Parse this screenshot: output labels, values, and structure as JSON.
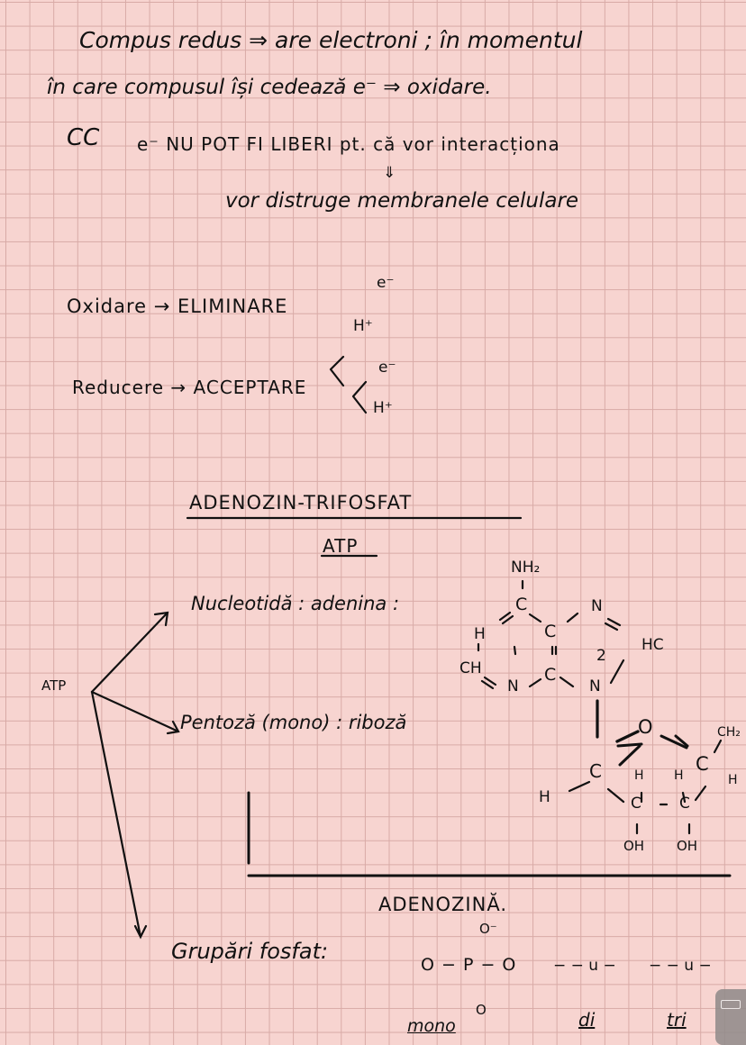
{
  "notes": {
    "line1": "Compus redus ⇒ are electroni ; în momentul",
    "line2": "în care compusul își cedează e⁻ ⇒ oxidare.",
    "cc_mark": "CC",
    "line3": "e⁻ NU POT FI LIBERI pt. că vor interacționa",
    "line3_arrow": "⇓",
    "line4": "vor distruge membranele celulare",
    "oxidare": "Oxidare → ELIMINARE",
    "oxidare_e": "e⁻",
    "oxidare_h": "H⁺",
    "reducere": "Reducere → ACCEPTARE",
    "reducere_e": "e⁻",
    "reducere_h": "H⁺"
  },
  "atp": {
    "title": "ADENOZIN-TRIFOSFAT",
    "abbr": "ATP",
    "root_label": "ATP",
    "nucleotida": "Nucleotidă : adenina :",
    "pentoza": "Pentoză (mono) : riboză",
    "grupari": "Grupări fosfat:",
    "adenozina": "ADENOZINĂ.",
    "phosphate": "O − P − O",
    "phosphate_top": "O⁻",
    "phosphate_bottom": "O",
    "repeat1": "−  − u −",
    "repeat2": "− − u −",
    "mono": "mono",
    "di": "di",
    "tri": "tri"
  },
  "adenine": {
    "nh2": "NH₂",
    "c_top": "C",
    "n_top": "N",
    "c_mid": "C",
    "h_left": "H",
    "ch": "CH",
    "hc": "HC",
    "n_bot": "N",
    "c_bot": "C",
    "n_right": "N",
    "num": "2"
  },
  "ribose": {
    "o": "O",
    "ch2": "CH₂",
    "c1": "C",
    "h1": "H",
    "c2": "C",
    "c3": "C",
    "c4": "C",
    "h2": "H",
    "h3": "H",
    "h4": "H",
    "oh1": "OH",
    "oh2": "OH"
  }
}
